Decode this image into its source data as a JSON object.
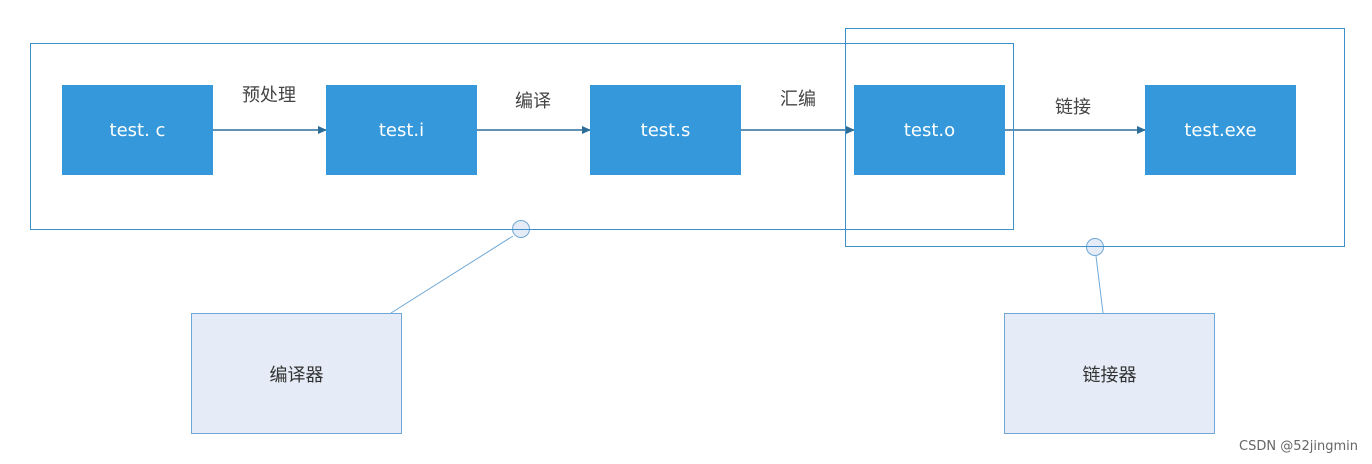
{
  "nodes": {
    "source": "test. c",
    "preprocessed": "test.i",
    "assembly": "test.s",
    "object": "test.o",
    "executable": "test.exe"
  },
  "edges": {
    "preprocess": "预处理",
    "compile": "编译",
    "assemble": "汇编",
    "link": "链接"
  },
  "callouts": {
    "compiler": "编译器",
    "linker": "链接器"
  },
  "watermark": "CSDN @52jingmin",
  "colors": {
    "node_fill": "#3498db",
    "node_text": "#ffffff",
    "edge": "#2d6d9a",
    "region_border": "#3d8fc9",
    "callout_fill": "#e5ecf7",
    "callout_border": "#6fa8d6"
  }
}
